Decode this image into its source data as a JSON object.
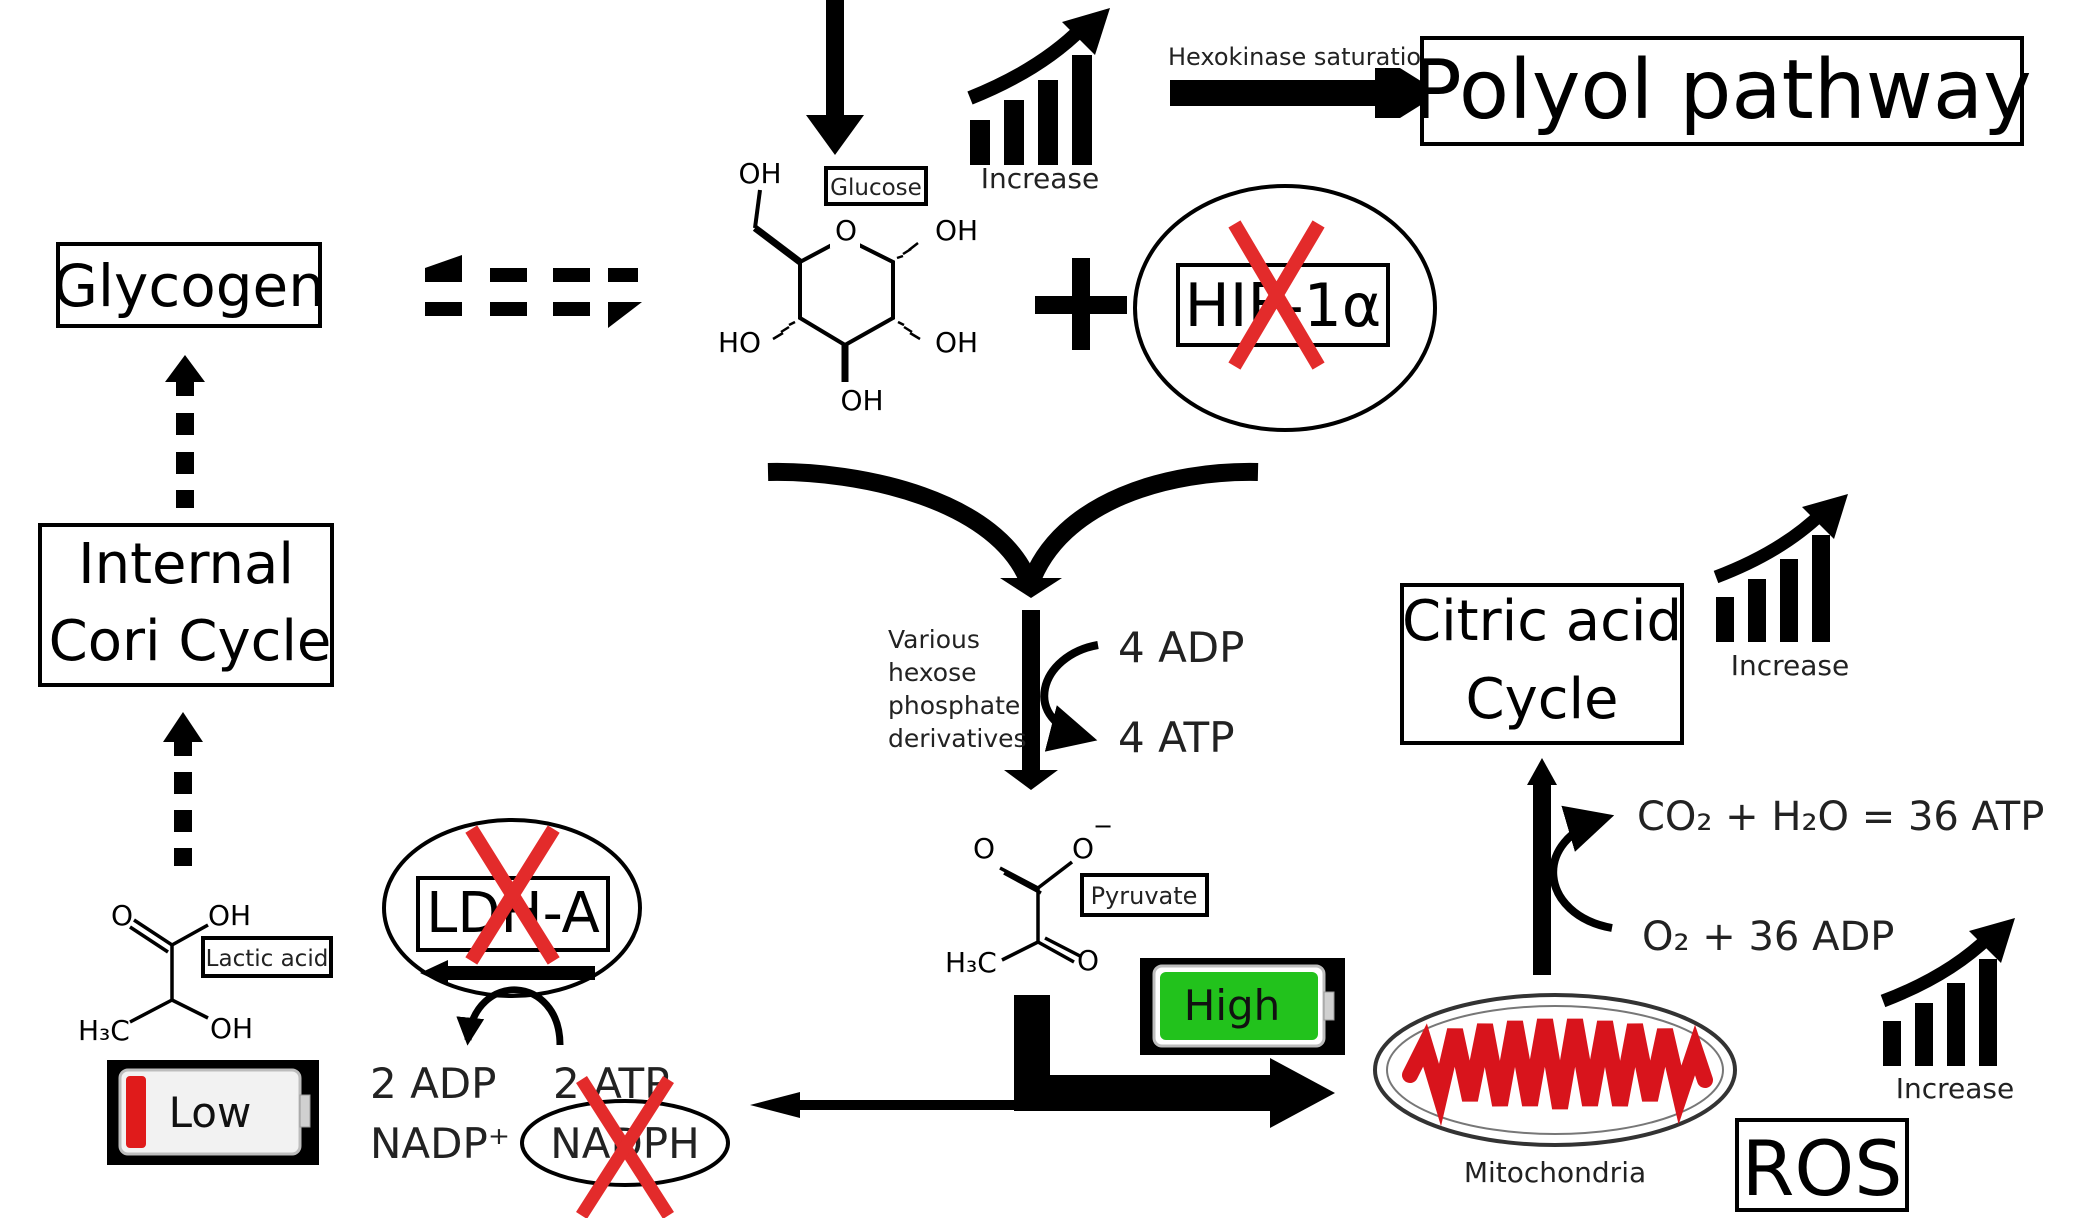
{
  "boxes": {
    "polyol": "Polyol pathway",
    "glycogen": "Glycogen",
    "cori_line1": "Internal",
    "cori_line2": "Cori Cycle",
    "citric_line1": "Citric acid",
    "citric_line2": "Cycle",
    "ros": "ROS",
    "hif": "HIF-1α",
    "ldh": "LDH-A"
  },
  "labels": {
    "hexokinase": "Hexokinase saturation",
    "increase": "Increase",
    "glucose": "Glucose",
    "pyruvate": "Pyruvate",
    "lactic_acid": "Lactic acid",
    "mitochondria": "Mitochondria",
    "various_1": "Various",
    "various_2": "hexose",
    "various_3": "phosphate",
    "various_4": "derivatives",
    "adp4": "4 ADP",
    "atp4": "4 ATP",
    "co2_eq": "CO₂ + H₂O = 36 ATP",
    "o2_eq": "O₂ + 36 ADP",
    "adp2": "2 ADP",
    "atp2": "2 ATP",
    "nadp": "NADP⁺",
    "nadph": "NADPH"
  },
  "battery": {
    "high": "High",
    "low": "Low",
    "high_color": "#22c21c",
    "low_color": "#e01b1b"
  },
  "chem": {
    "oh": "OH",
    "ho": "HO",
    "o": "O",
    "h3c": "H₃C",
    "minus": "−"
  },
  "colors": {
    "cross": "#e32b2b",
    "mito": "#d8141c"
  }
}
